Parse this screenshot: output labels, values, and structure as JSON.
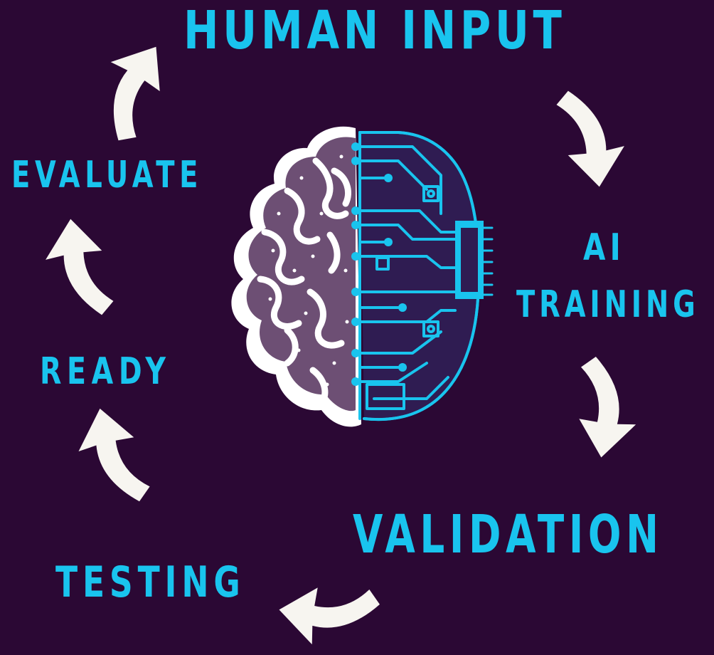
{
  "stages": {
    "human_input": "HUMAN INPUT",
    "ai": "AI",
    "training": "TRAINING",
    "validation": "VALIDATION",
    "testing": "TESTING",
    "ready": "READY",
    "evaluate": "EVALUATE"
  },
  "colors": {
    "background": "#2b0834",
    "label": "#19c4ee",
    "arrow": "#f7f5f0",
    "brain_fill": "#6d4f74",
    "circuit": "#19c4ee"
  },
  "icons": [
    "brain-circuit-icon",
    "cycle-arrow-icon"
  ]
}
